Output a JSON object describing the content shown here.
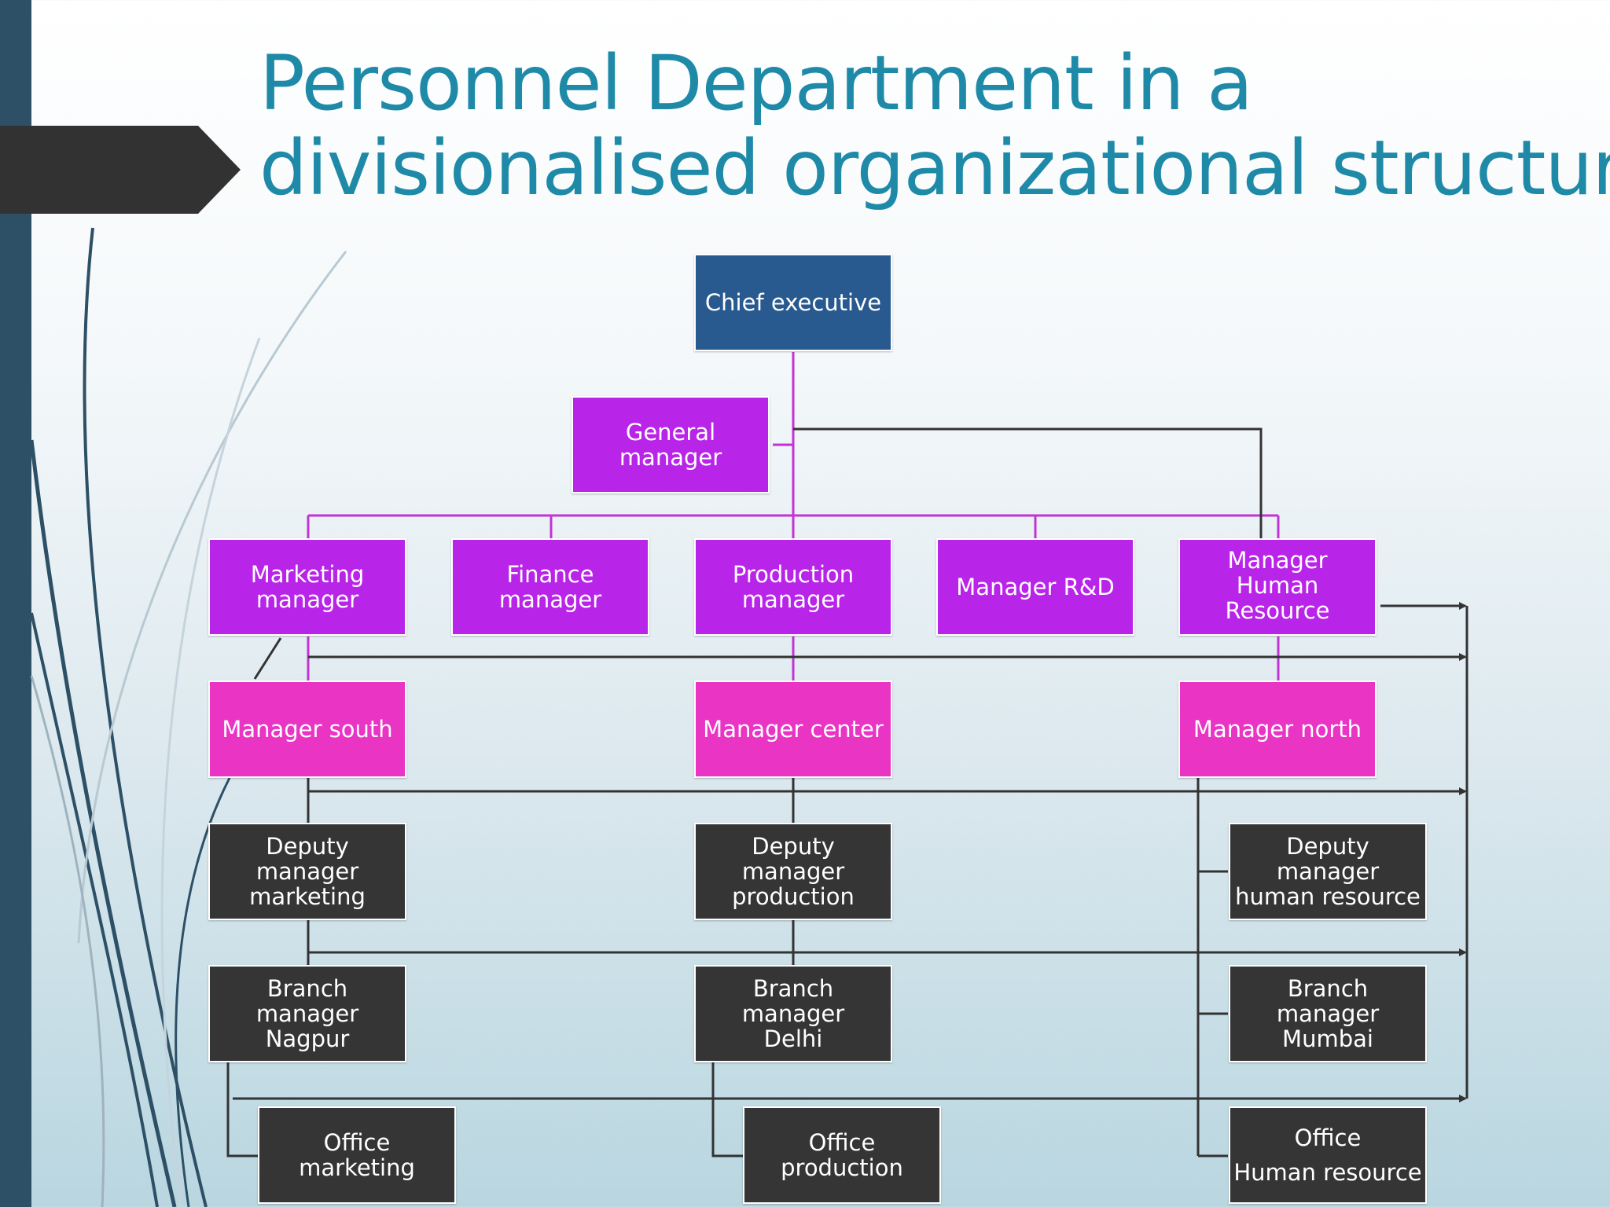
{
  "slide": {
    "title_line1": "Personnel Department in a",
    "title_line2": "divisionalised organizational structure"
  },
  "colors": {
    "title": "#1e8aa8",
    "sidebar": "#2d5066",
    "executive_box": "#285a8f",
    "manager_box": "#b925e8",
    "regional_box": "#e934c4",
    "branch_box": "#353535",
    "line_main": "#c233d6",
    "line_secondary": "#333333"
  },
  "org_chart": {
    "chief_executive": "Chief executive",
    "general_manager": "General manager",
    "marketing_manager_line1": "Marketing",
    "marketing_manager_line2": "manager",
    "finance_manager": "Finance manager",
    "production_manager_line1": "Production",
    "production_manager_line2": "manager",
    "manager_rnd": "Manager R&D",
    "manager_hr_line1": "Manager Human",
    "manager_hr_line2": "Resource",
    "manager_south": "Manager south",
    "manager_center": "Manager center",
    "manager_north": "Manager north",
    "deputy_marketing_line1": "Deputy manager",
    "deputy_marketing_line2": "marketing",
    "deputy_production_line1": "Deputy manager",
    "deputy_production_line2": "production",
    "deputy_hr_line1": "Deputy manager",
    "deputy_hr_line2": "human resource",
    "branch_nagpur_line1": "Branch manager",
    "branch_nagpur_line2": "Nagpur",
    "branch_delhi_line1": "Branch manager",
    "branch_delhi_line2": "Delhi",
    "branch_mumbai_line1": "Branch manager",
    "branch_mumbai_line2": "Mumbai",
    "office_marketing": "Office marketing",
    "office_production": "Office production",
    "office_hr_line1": "Office",
    "office_hr_line2": "Human resource"
  }
}
